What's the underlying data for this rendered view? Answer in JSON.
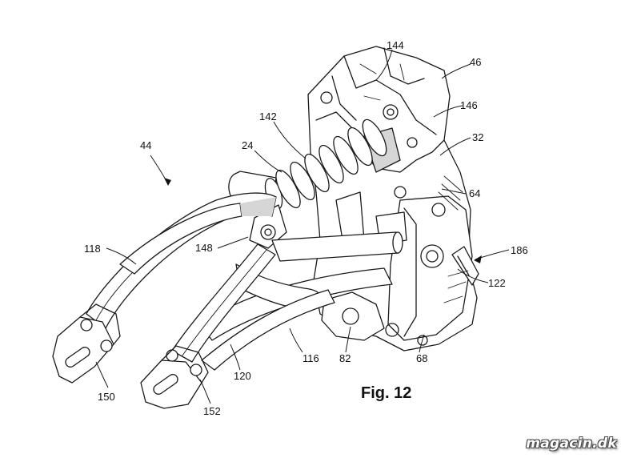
{
  "figure": {
    "label": "Fig. 12",
    "reference_numerals": [
      "44",
      "24",
      "142",
      "144",
      "46",
      "146",
      "32",
      "64",
      "186",
      "122",
      "68",
      "82",
      "116",
      "120",
      "148",
      "118",
      "150",
      "152"
    ]
  },
  "watermark": "magacin.dk"
}
